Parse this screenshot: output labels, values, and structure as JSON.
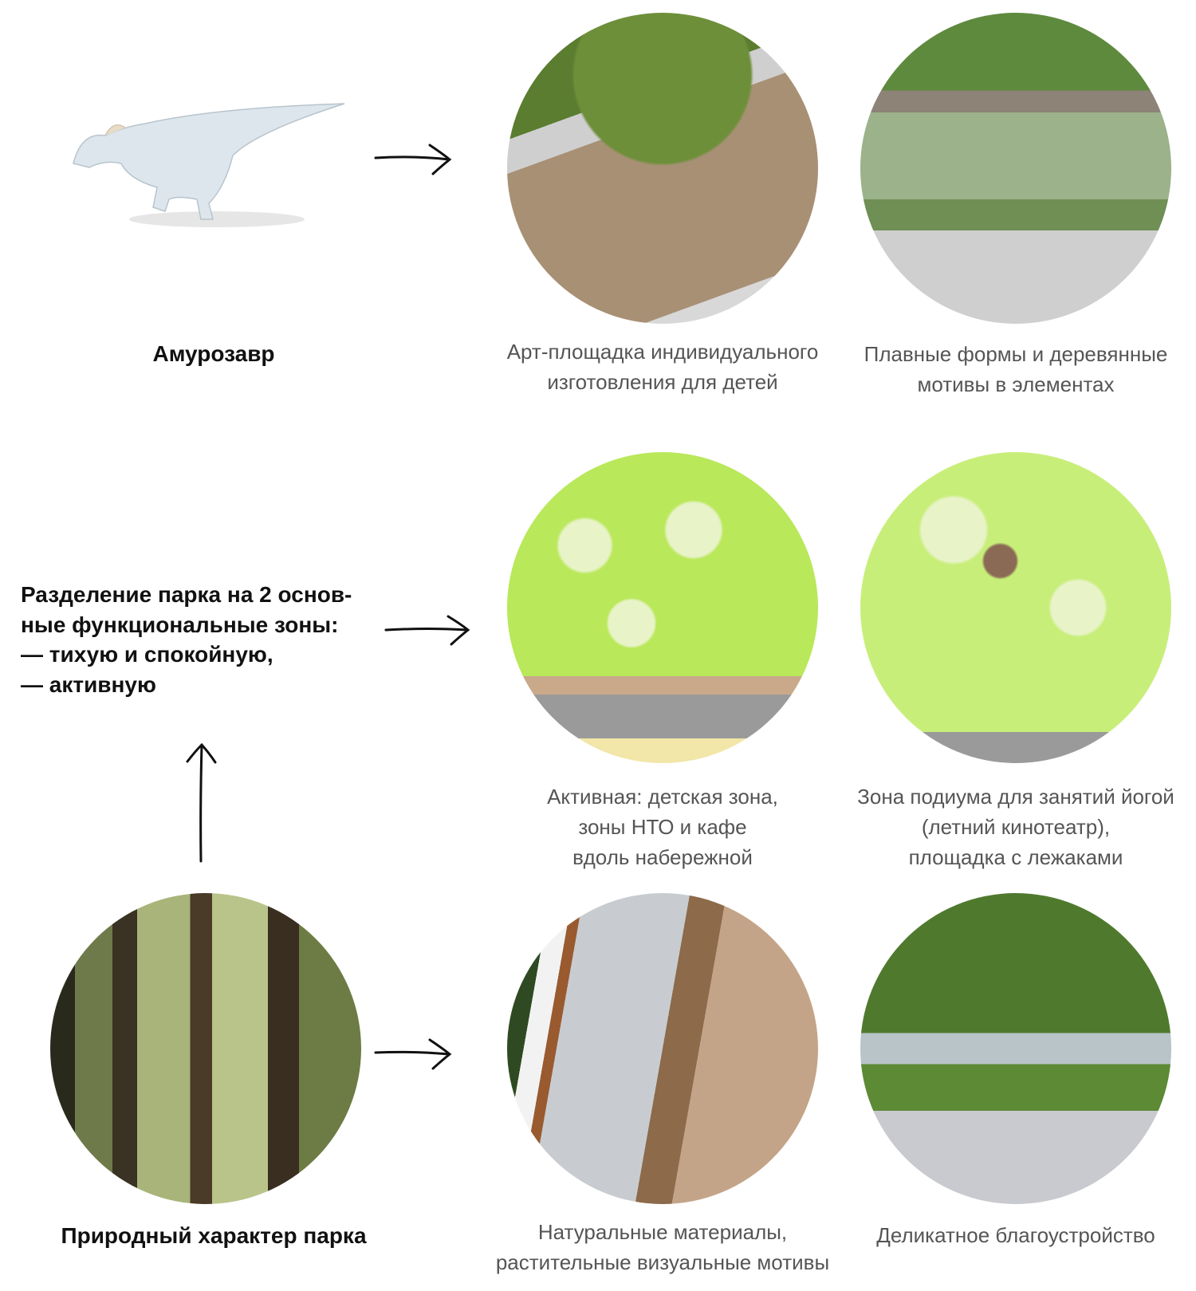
{
  "row1": {
    "label": "Амурозавр",
    "captions": [
      [
        "Арт-площадка индивидуального",
        "изготовления для детей"
      ],
      [
        "Плавные формы и деревянные",
        "мотивы в элементах"
      ]
    ]
  },
  "row2": {
    "label_lines": [
      "Разделение парка на 2 основ-",
      "ные функциональные зоны:",
      "— тихую и спокойную,",
      "— активную"
    ],
    "captions": [
      [
        "Активная: детская зона,",
        "зоны НТО и кафе",
        "вдоль набережной"
      ],
      [
        "Зона подиума для занятий йогой",
        "(летний кинотеатр),",
        "площадка с лежаками"
      ]
    ]
  },
  "row3": {
    "label": "Природный характер парка",
    "captions": [
      [
        "Натуральные материалы,",
        "растительные визуальные мотивы"
      ],
      [
        "Деликатное благоустройство"
      ]
    ]
  }
}
